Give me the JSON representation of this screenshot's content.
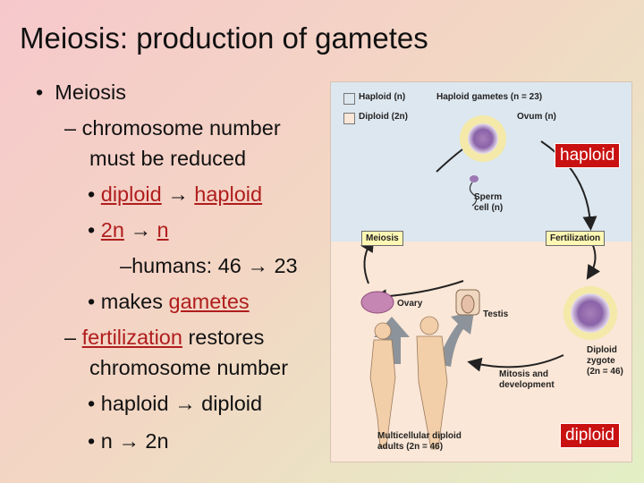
{
  "slide": {
    "title": "Meiosis: production of gametes"
  },
  "bullets": {
    "b1": "Meiosis",
    "b2": "chromosome number",
    "b3": "must be reduced",
    "b4_a": "diploid",
    "b4_arrow": "→",
    "b4_b": "haploid",
    "b5_a": "2n",
    "b5_arrow": "→",
    "b5_b": "n",
    "b6": "humans: 46",
    "b6_arrow": "→",
    "b6_b": "23",
    "b7_a": "makes ",
    "b7_b": "gametes",
    "b8_a": "fertilization",
    "b8_b": " restores",
    "b9": "chromosome number",
    "b10_a": "haploid",
    "b10_arrow": "→",
    "b10_b": "diploid",
    "b11_a": "n",
    "b11_arrow": "→",
    "b11_b": "2n"
  },
  "figure": {
    "legend_haploid": "Haploid (n)",
    "legend_diploid": "Diploid (2n)",
    "haploid_gametes": "Haploid gametes (n = 23)",
    "ovum": "Ovum (n)",
    "sperm_line1": "Sperm",
    "sperm_line2": "cell (n)",
    "meiosis": "Meiosis",
    "fertilization": "Fertilization",
    "ovary": "Ovary",
    "testis": "Testis",
    "zygote_line1": "Diploid",
    "zygote_line2": "zygote",
    "zygote_line3": "(2n = 46)",
    "mitosis_line1": "Mitosis and",
    "mitosis_line2": "development",
    "adults_line1": "Multicellular diploid",
    "adults_line2": "adults (2n = 46)"
  },
  "badges": {
    "haploid": "haploid",
    "diploid": "diploid"
  },
  "colors": {
    "accent_red": "#c91111",
    "link_red": "#b01d1d",
    "label_yellow": "#fff7b4"
  }
}
